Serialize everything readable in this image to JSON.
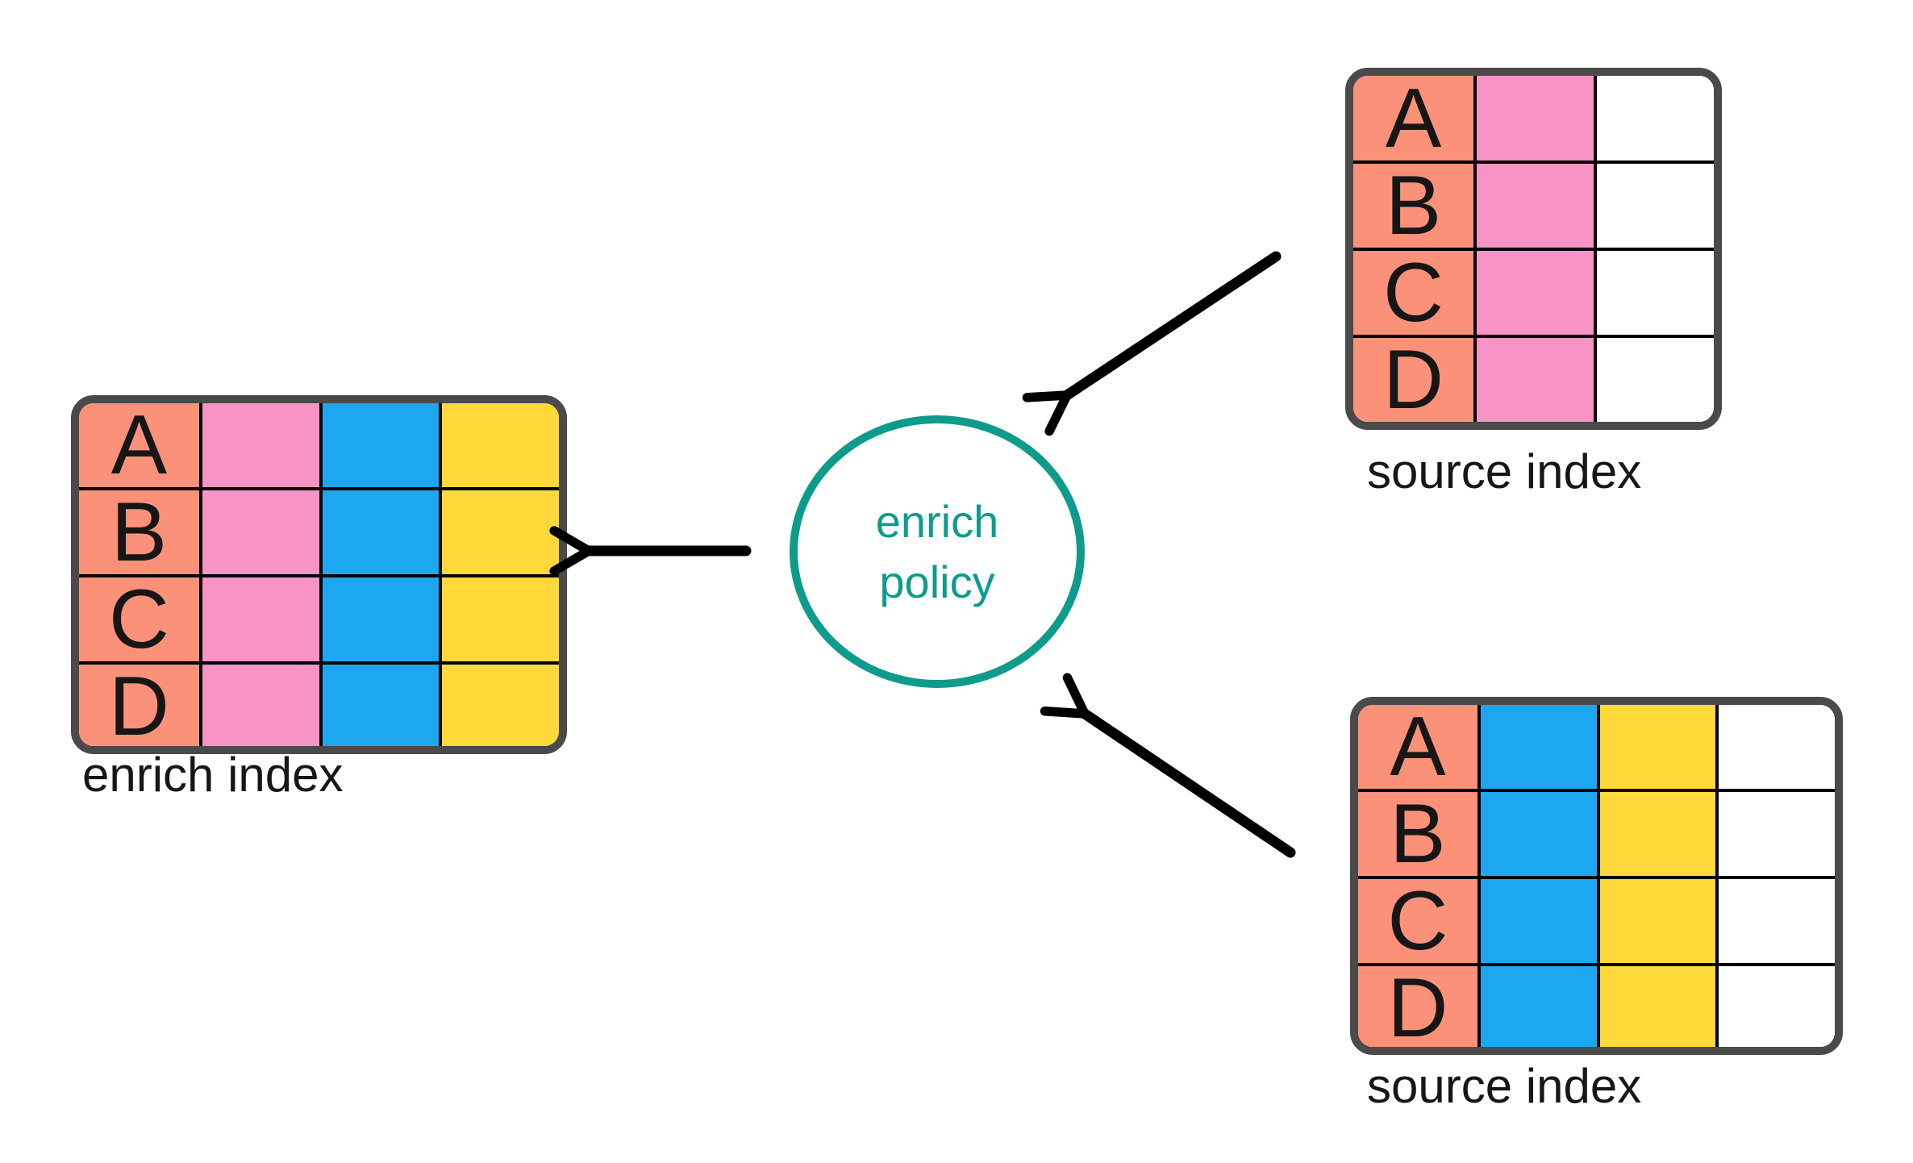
{
  "colors": {
    "salmon": "#FC9179",
    "pink": "#F893C6",
    "blue": "#1CA7F0",
    "yellow": "#FFD83A",
    "white": "#FFFFFF",
    "frame": "#4A4A4A",
    "grid_line": "#000000",
    "teal": "#0E9B8C",
    "text": "#161616",
    "arrow": "#000000"
  },
  "enrich_index": {
    "label": "enrich index",
    "row_labels": [
      "A",
      "B",
      "C",
      "D"
    ],
    "columns": [
      "salmon",
      "pink",
      "blue",
      "yellow"
    ]
  },
  "source_index_top": {
    "label": "source index",
    "row_labels": [
      "A",
      "B",
      "C",
      "D"
    ],
    "columns": [
      "salmon",
      "pink",
      "white"
    ]
  },
  "source_index_bottom": {
    "label": "source index",
    "row_labels": [
      "A",
      "B",
      "C",
      "D"
    ],
    "columns": [
      "salmon",
      "blue",
      "yellow",
      "white"
    ]
  },
  "policy": {
    "label_line1": "enrich",
    "label_line2": "policy"
  }
}
